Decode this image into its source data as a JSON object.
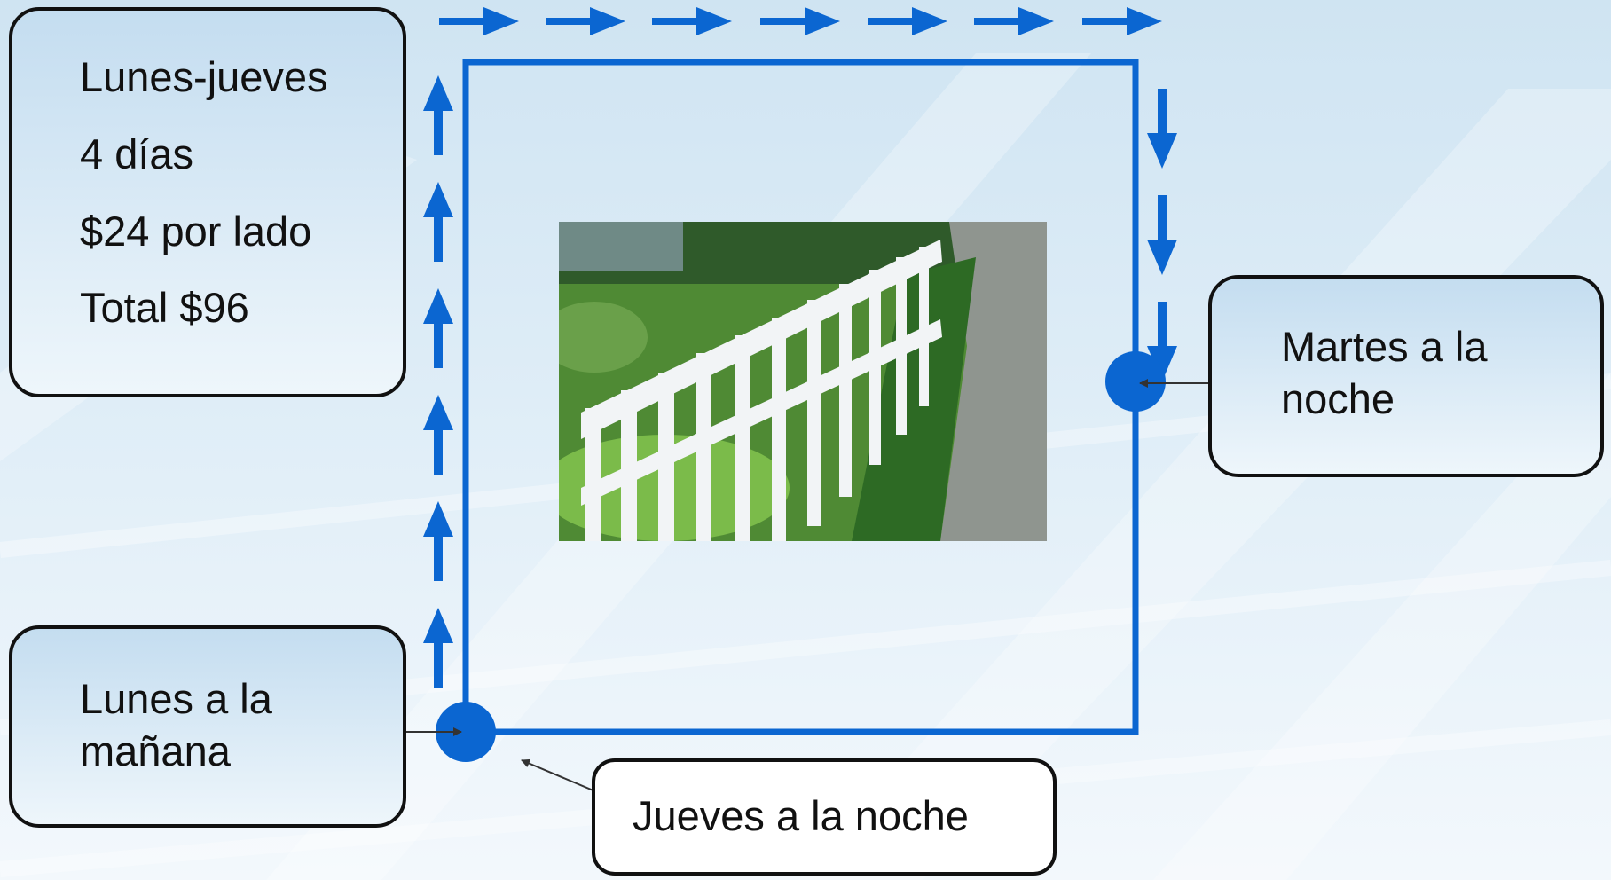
{
  "info_box": {
    "lines": [
      "Lunes-jueves",
      "4 días",
      "$24 por lado",
      "Total $96"
    ]
  },
  "labels": {
    "start": [
      "Lunes a la",
      "mañana"
    ],
    "tuesday": [
      "Martes a la",
      "noche"
    ],
    "end": "Jueves a la noche"
  },
  "colors": {
    "accent": "#0b66d1",
    "outline": "#111111"
  },
  "image": {
    "subject": "white picket fence beside a sidewalk and lawn"
  }
}
